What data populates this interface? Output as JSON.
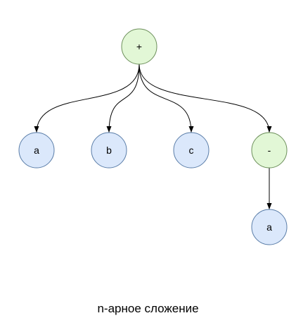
{
  "diagram": {
    "nodes": [
      {
        "id": "plus",
        "label": "+",
        "kind": "operator"
      },
      {
        "id": "a1",
        "label": "a",
        "kind": "operand"
      },
      {
        "id": "b",
        "label": "b",
        "kind": "operand"
      },
      {
        "id": "c",
        "label": "c",
        "kind": "operand"
      },
      {
        "id": "minus",
        "label": "-",
        "kind": "operator"
      },
      {
        "id": "a2",
        "label": "a",
        "kind": "operand"
      }
    ],
    "edges": [
      {
        "from": "plus",
        "to": "a1"
      },
      {
        "from": "plus",
        "to": "b"
      },
      {
        "from": "plus",
        "to": "c"
      },
      {
        "from": "plus",
        "to": "minus"
      },
      {
        "from": "minus",
        "to": "a2"
      }
    ],
    "colors": {
      "operator_fill": "#e2f7d6",
      "operator_stroke": "#6c8f5a",
      "operand_fill": "#dbe8fb",
      "operand_stroke": "#5a7da8",
      "edge": "#000000"
    }
  },
  "caption": "n-арное сложение"
}
